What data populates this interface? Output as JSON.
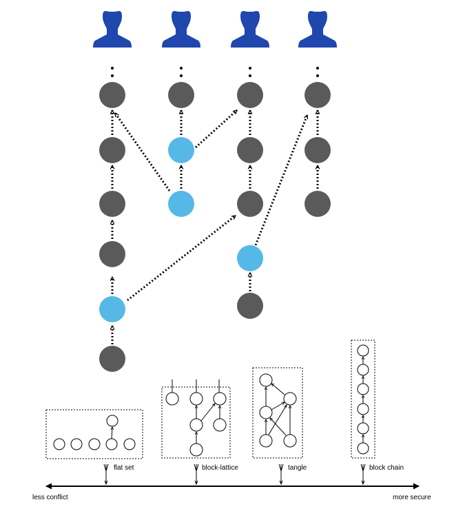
{
  "colors": {
    "user": "#1f47ad",
    "node_gray": "#5a5a5a",
    "node_blue": "#56b8e6",
    "line": "#000000"
  },
  "icons": [
    "user-icon",
    "user-icon",
    "user-icon",
    "user-icon"
  ],
  "structures": [
    {
      "id": "flat-set",
      "label": "flat set"
    },
    {
      "id": "block-lattice",
      "label": "block-lattice"
    },
    {
      "id": "tangle",
      "label": "tangle"
    },
    {
      "id": "block-chain",
      "label": "block chain"
    }
  ],
  "axis": {
    "left_label": "less conflict",
    "right_label": "more secure"
  }
}
